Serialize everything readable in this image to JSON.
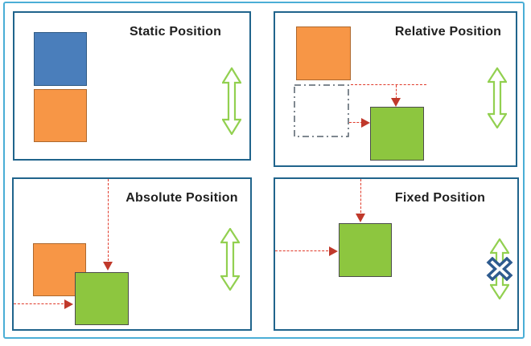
{
  "panels": [
    {
      "id": "static",
      "title": "Static Position"
    },
    {
      "id": "relative",
      "title": "Relative Position"
    },
    {
      "id": "absolute",
      "title": "Absolute Position"
    },
    {
      "id": "fixed",
      "title": "Fixed Position"
    }
  ],
  "icons": {
    "scroll_indicator": "vertical-double-arrow (green outline, indicates page scroll)",
    "no_scroll_indicator": "navy x-cross over vertical arrow (indicates no scroll for fixed)",
    "offset_arrows": "red dashed lines with solid triangular arrowheads",
    "ghost_placeholder": "dash-dot outlined square (original position placeholder)"
  },
  "colors": {
    "outer_border": "#4aaed6",
    "panel_border": "#20648c",
    "title_text": "#1f1f1f",
    "blue_box": "#4a7ebb",
    "blue_box_border": "#2f5a84",
    "orange_box": "#f79646",
    "orange_box_border": "#ad682e",
    "green_box": "#8dc63f",
    "green_box_border": "#4c4c4c",
    "ghost_border": "#55606b",
    "red": "#e03a2a",
    "red_head": "#c0392b",
    "arrow_green": "#92d050",
    "navy": "#2e5b8f"
  }
}
